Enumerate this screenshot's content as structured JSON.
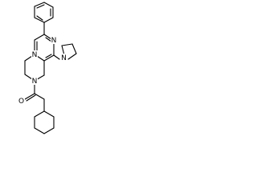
{
  "structure": {
    "atom_labels": {
      "n_pyrimidine_top": "N",
      "n_pyrimidine_bottom": "N",
      "n_pyrrolidine": "N",
      "n_piperidine": "N",
      "o_carbonyl": "O"
    },
    "colors": {
      "bond": "#000000",
      "label": "#000000",
      "background": "#ffffff"
    }
  }
}
